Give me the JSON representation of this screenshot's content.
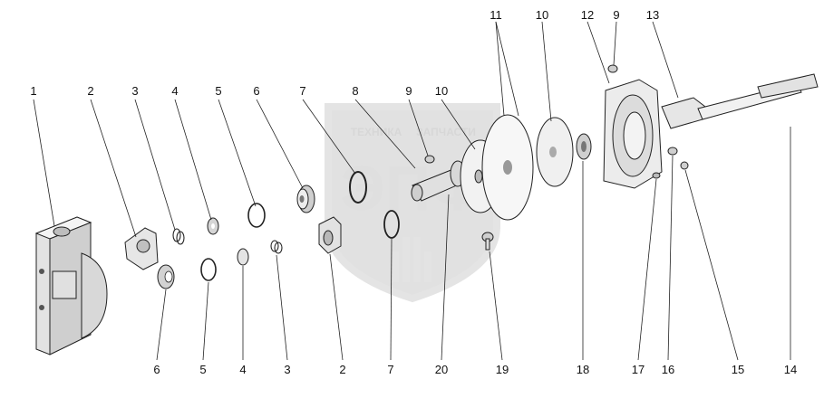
{
  "watermark": {
    "line1": "ТЕХНИКА",
    "line2": "ЗАПЧАСТИ",
    "logo": "ЭПФ"
  },
  "callouts": {
    "top": [
      "1",
      "2",
      "3",
      "4",
      "5",
      "6",
      "7",
      "8",
      "9",
      "10",
      "11",
      "10",
      "12",
      "9",
      "13"
    ],
    "bottom": [
      "6",
      "5",
      "4",
      "3",
      "2",
      "7",
      "20",
      "19",
      "18",
      "17",
      "16",
      "15",
      "14"
    ]
  }
}
